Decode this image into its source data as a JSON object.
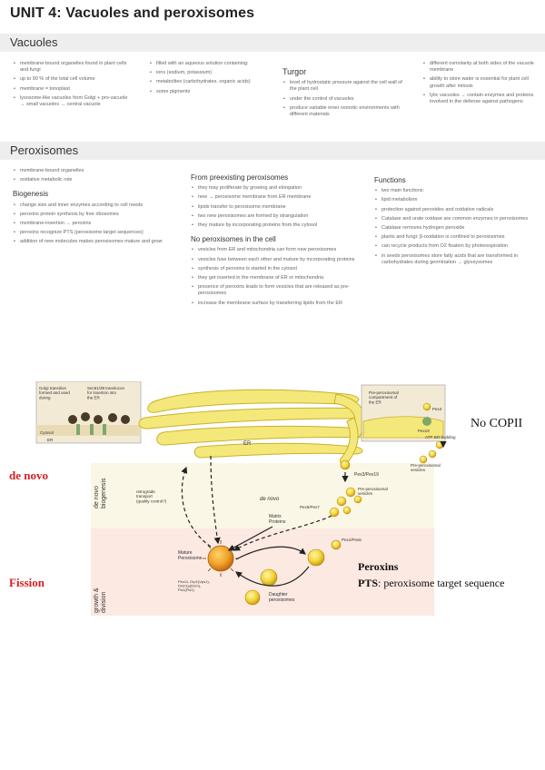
{
  "title": "UNIT 4: Vacuoles and peroxisomes",
  "vacuoles": {
    "heading": "Vacuoles",
    "col1": [
      "membrane-bound organelles found in plant cells and fungi",
      "up to 90 % of the total cell volume",
      "membrane = tonoplast",
      "lysosome-like vacuoles from Golgi + pro-vacuole → small vacuoles → central vacuole"
    ],
    "col2": [
      "filled with an aqueous solution containing:",
      "ions (sodium, potassium)",
      "metabolites (carbohydrates, organic acids)",
      "some pigments"
    ],
    "turgor_heading": "Turgor",
    "col3": [
      "level of hydrostatic pressure against the cell wall of the plant cell",
      "under the control of vacuoles",
      "produce variable inner osmotic environments with different materials"
    ],
    "col4": [
      "different osmolarity at both sides of the vacuole membrane",
      "ability to store water is essential for plant cell growth after mitosis",
      "lytic vacuoles → contain enzymes and proteins involved in the defense against pathogens"
    ]
  },
  "peroxisomes": {
    "heading": "Peroxisomes",
    "intro": [
      "membrane-bound organelles",
      "oxidative metabolic role"
    ],
    "biogenesis_heading": "Biogenesis",
    "biogenesis": [
      "change size and inner enzymes according to cell needs",
      "peroxins protein synthesis by free ribosomes",
      "membrane-insertion → peroxins",
      "peroxins recognize PTS (peroxisome target sequences)",
      "addition of new molecules makes peroxisomes mature and grow"
    ],
    "preexisting_heading": "From preexisting peroxisomes",
    "preexisting": [
      "they may proliferate by growing and elongation",
      "new → peroxisome membrane from ER membrane",
      "lipids transfer to peroxisome membrane",
      "two new peroxisomes are formed by strangulation",
      "they mature by incorporating proteins from the cytosol"
    ],
    "no_perox_heading": "No peroxisomes in the cell",
    "no_perox": [
      "vesicles from ER and mitochondria can form new peroxisomes",
      "vesicles fuse between each other and mature by incorporating proteins",
      "synthesis of peroxins is started in the cytosol",
      "they get inserted in the membrane of ER or mitochondria",
      "presence of peroxins leads to form vesicles that are released as pre-peroxisomes",
      "increase the membrane surface by transferring lipids from the ER"
    ],
    "functions_heading": "Functions",
    "functions": [
      "two main functions:",
      "lipid metabolism",
      "protection against peroxides and oxidative radicals",
      "Catalase and urate oxidase are common enzymes in peroxisomes",
      "Catalase removes hydrogen peroxide",
      "plants and fungi: β-oxidation is confined to peroxisomes",
      "can recycle products from O2 fixation by photorespiration",
      "in seeds peroxisomes store fatty acids that are transformed in carbohydrates during germination → glyoxysomes"
    ]
  },
  "figure": {
    "golgi_box": "Golgi transition\nformed and used\nduring",
    "sec_box": "Sec61/39 translocon\nfor insertion into\nthe ER",
    "cytosol": "Cytosol",
    "er_small": "ER",
    "er": "ER",
    "pre_compartment": "Pre-peroxisomal\ncompartment of\nthe ER",
    "pex3": "Pex3",
    "pex19": "Pex19",
    "atp": "ATP",
    "er_budding": "ER budding",
    "pre_vesicles_top": "Pre-peroxisomal\nvesicles",
    "no_copii": "No COPII",
    "de_novo_red": "de novo",
    "de_novo_biogenesis": "de novo\nbiogenesis",
    "fission": "Fission",
    "growth_division": "growth &\ndivision",
    "pex_pex19": "Pex3/Pex19",
    "pre_vesicles_mid": "Pre-peroxisomal\nvesicles",
    "retrograde": "retrograde\ntransport\n(quality control?)",
    "de_novo_arrow": "de novo",
    "pex5_pex7": "Pex5/Pex7",
    "matrix_proteins": "Matrix\nProteins",
    "mature": "Mature\nPeroxisome",
    "pex5_pex6_top": "Pex1/Pex6",
    "pex11": "Pex11, Drp1(Vps1),\nDnm1p(Dnm),\nFis1(Fis1)",
    "daughter": "Daughter\nperoxisomes",
    "peroxins": "Peroxins",
    "pts": "PTS",
    "pts_def": ": peroxisome target sequence"
  }
}
